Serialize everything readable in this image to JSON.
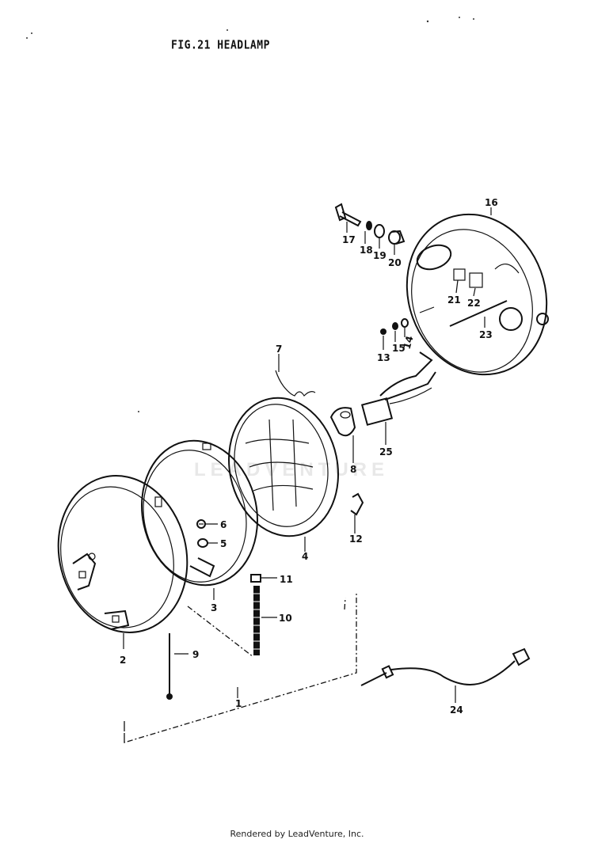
{
  "title": "FIG.21  HEADLAMP",
  "watermark": "LEADVENTURE",
  "footer": "Rendered by LeadVenture, Inc.",
  "callouts": {
    "c1": "1",
    "c2": "2",
    "c3": "3",
    "c4": "4",
    "c5": "5",
    "c6": "6",
    "c7": "7",
    "c8": "8",
    "c9": "9",
    "c10": "10",
    "c11": "11",
    "c12": "12",
    "c13": "13",
    "c14": "14",
    "c15": "15",
    "c16": "16",
    "c17": "17",
    "c18": "18",
    "c19": "19",
    "c20": "20",
    "c21": "21",
    "c22": "22",
    "c23": "23",
    "c24": "24",
    "c25": "25"
  }
}
